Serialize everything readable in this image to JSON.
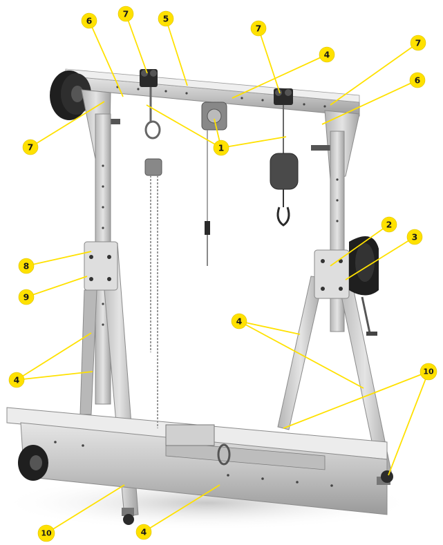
{
  "colors": {
    "callout_fill": "#ffe100",
    "callout_text": "#1a1a1a",
    "leader_line": "#ffe100",
    "frame_metal": "#c9c9c9",
    "frame_shadow": "#8e8e8e",
    "dark_parts": "#2b2b2b"
  },
  "callouts": [
    {
      "id": "c1",
      "label": "1"
    },
    {
      "id": "c2",
      "label": "2"
    },
    {
      "id": "c3",
      "label": "3"
    },
    {
      "id": "c4a",
      "label": "4"
    },
    {
      "id": "c4b",
      "label": "4"
    },
    {
      "id": "c4c",
      "label": "4"
    },
    {
      "id": "c4d",
      "label": "4"
    },
    {
      "id": "c5",
      "label": "5"
    },
    {
      "id": "c6a",
      "label": "6"
    },
    {
      "id": "c6b",
      "label": "6"
    },
    {
      "id": "c7a",
      "label": "7"
    },
    {
      "id": "c7b",
      "label": "7"
    },
    {
      "id": "c7c",
      "label": "7"
    },
    {
      "id": "c7d",
      "label": "7"
    },
    {
      "id": "c8",
      "label": "8"
    },
    {
      "id": "c9",
      "label": "9"
    },
    {
      "id": "c10a",
      "label": "10"
    },
    {
      "id": "c10b",
      "label": "10"
    }
  ]
}
